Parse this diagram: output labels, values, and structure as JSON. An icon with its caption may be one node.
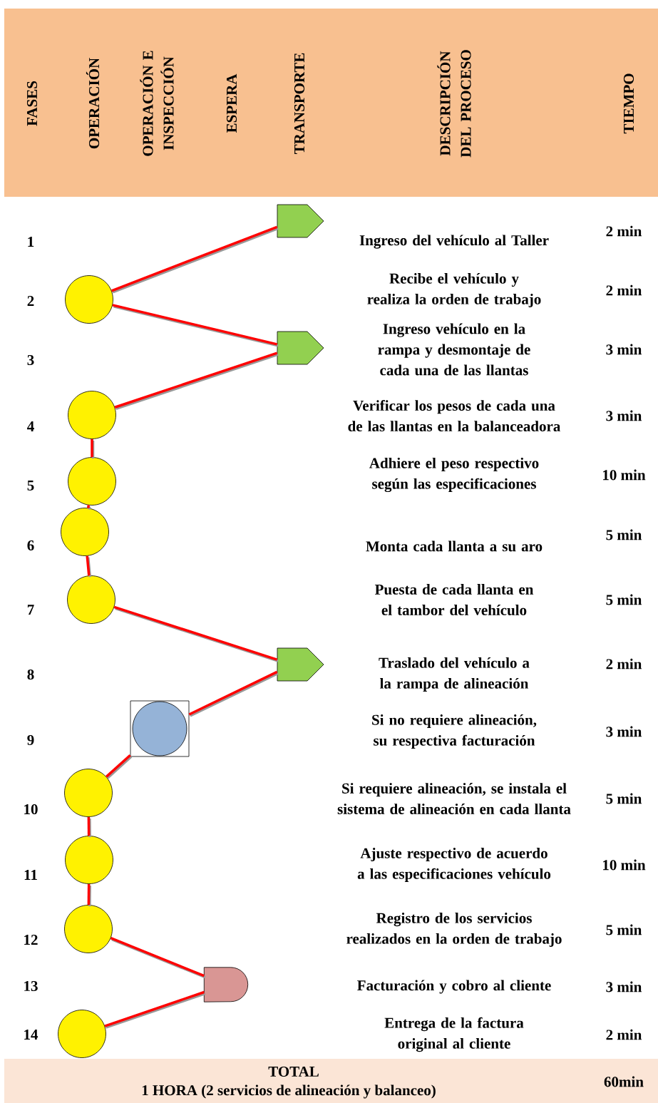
{
  "diagram": {
    "nodes": [
      {
        "text": [],
        "shape": "arrow"
      },
      {
        "text": [],
        "shape": "circle"
      },
      {
        "text": [],
        "shape": "arrow"
      },
      {
        "text": [],
        "shape": "circle"
      },
      {
        "text": [],
        "shape": "circle"
      },
      {
        "text": [],
        "shape": "circle"
      },
      {
        "text": [],
        "shape": "circle"
      },
      {
        "text": [],
        "shape": "arrow"
      },
      {
        "text": [],
        "shape": "box"
      },
      {
        "text": [],
        "shape": "circle"
      },
      {
        "text": [],
        "shape": "circle"
      },
      {
        "text": [],
        "shape": "circle"
      },
      {
        "text": [],
        "shape": "delay"
      },
      {
        "text": [],
        "shape": "circle"
      }
    ],
    "edges": [
      {
        "from": 0,
        "to": 1,
        "arrow": "none"
      },
      {
        "from": 1,
        "to": 2,
        "arrow": "none"
      },
      {
        "from": 2,
        "to": 3,
        "arrow": "none"
      },
      {
        "from": 3,
        "to": 4,
        "arrow": "none"
      },
      {
        "from": 4,
        "to": 5,
        "arrow": "none"
      },
      {
        "from": 5,
        "to": 6,
        "arrow": "none"
      },
      {
        "from": 6,
        "to": 7,
        "arrow": "none"
      },
      {
        "from": 7,
        "to": 8,
        "arrow": "none"
      },
      {
        "from": 8,
        "to": 9,
        "arrow": "none"
      },
      {
        "from": 9,
        "to": 10,
        "arrow": "none"
      },
      {
        "from": 10,
        "to": 11,
        "arrow": "none"
      },
      {
        "from": 11,
        "to": 12,
        "arrow": "none"
      },
      {
        "from": 12,
        "to": 13,
        "arrow": "none"
      }
    ],
    "labels": [
      "FASES",
      "OPERACIÓN",
      "OPERACIÓN E INSPECCIÓN",
      "ESPERA",
      "TRANSPORTE",
      "DESCRIPCIÓN DEL PROCESO",
      "TIEMPO",
      "1",
      "Ingreso del vehículo al Taller",
      "2 min",
      "2",
      "Recibe el vehículo y realiza la orden de trabajo",
      "2 min",
      "3",
      "Ingreso vehículo en la rampa y desmontaje de cada una de las llantas",
      "3 min",
      "4",
      "Verificar los pesos de cada una de las llantas en la balanceadora",
      "3 min",
      "5",
      "Adhiere el peso respectivo según las especificaciones",
      "10 min",
      "6",
      "Monta cada llanta a su aro",
      "5 min",
      "7",
      "Puesta de cada llanta en el tambor del vehículo",
      "5 min",
      "8",
      "Traslado del vehículo a la rampa de alineación",
      "2 min",
      "9",
      "Si no requiere alineación, su respectiva facturación",
      "3 min",
      "10",
      "Si requiere alineación, se instala el sistema de alineación en cada llanta",
      "5 min",
      "11",
      "Ajuste respectivo de acuerdo a las especificaciones vehículo",
      "10 min",
      "12",
      "Registro de los servicios realizados en la orden de trabajo",
      "5 min",
      "13",
      "Facturación y cobro al cliente",
      "3 min",
      "14",
      "Entrega de la factura original al cliente",
      "2 min",
      "TOTAL",
      "1 HORA (2 servicios de alineación y balanceo)",
      "60min"
    ]
  }
}
